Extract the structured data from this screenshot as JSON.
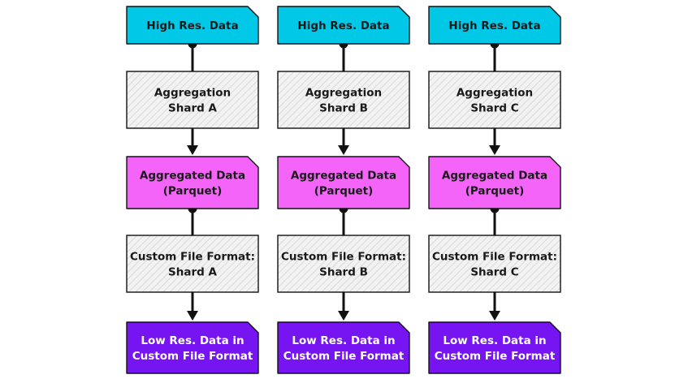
{
  "colors": {
    "source": "#00c8e6",
    "process": "#f2f2f2",
    "intermediate": "#f564f8",
    "output": "#7614f2",
    "stroke": "#111111",
    "hatch": "#cfcfcf"
  },
  "columns": [
    {
      "source": [
        "High Res. Data"
      ],
      "aggregation": [
        "Aggregation",
        "Shard A"
      ],
      "aggregated": [
        "Aggregated Data",
        "(Parquet)"
      ],
      "custom": [
        "Custom File Format:",
        "Shard A"
      ],
      "output": [
        "Low Res. Data in",
        "Custom File Format"
      ]
    },
    {
      "source": [
        "High Res. Data"
      ],
      "aggregation": [
        "Aggregation",
        "Shard B"
      ],
      "aggregated": [
        "Aggregated Data",
        "(Parquet)"
      ],
      "custom": [
        "Custom File Format:",
        "Shard B"
      ],
      "output": [
        "Low Res. Data in",
        "Custom File Format"
      ]
    },
    {
      "source": [
        "High Res. Data"
      ],
      "aggregation": [
        "Aggregation",
        "Shard C"
      ],
      "aggregated": [
        "Aggregated Data",
        "(Parquet)"
      ],
      "custom": [
        "Custom File Format:",
        "Shard C"
      ],
      "output": [
        "Low Res. Data in",
        "Custom File Format"
      ]
    }
  ]
}
